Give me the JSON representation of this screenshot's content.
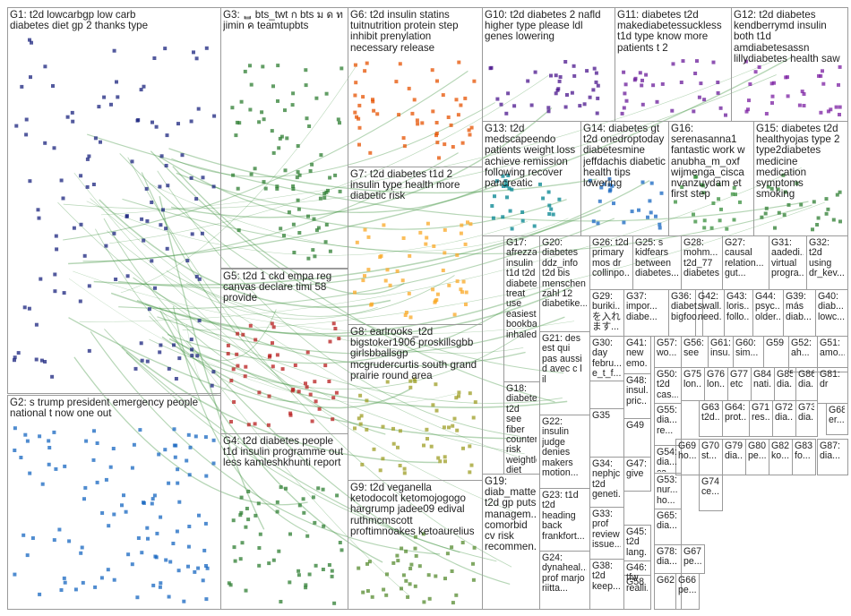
{
  "colors": {
    "border": "#9a9a9a",
    "edge": "#2f8a2f",
    "G1": "#1a237e",
    "G2": "#1565c0",
    "G3": "#2e7d32",
    "G4": "#2e7d32",
    "G5": "#b71c1c",
    "G6": "#e65100",
    "G7": "#f9a825",
    "G8": "#9e9d24",
    "G9": "#558b2f",
    "G10": "#4a148c",
    "G11": "#6a1b9a",
    "G12": "#7b1fa2",
    "G13": "#00838f",
    "G14": "#1565c0",
    "G15": "#2e7d32",
    "G16": "#388e3c"
  },
  "groups": [
    {
      "id": "G1",
      "text": "G1: t2d lowcarbgp low carb diabetes diet gp 2 thanks type"
    },
    {
      "id": "G2",
      "text": "G2: s trump president emergency people national t now one out"
    },
    {
      "id": "G3",
      "text": "G3: ᆸ bts_twt ก bts ม ด ท jimin ค teamtupbts"
    },
    {
      "id": "G4",
      "text": "G4: t2d diabetes people t1d insulin programme out less kamleshkhunti report"
    },
    {
      "id": "G5",
      "text": "G5: t2d 1 ckd empa reg canvas declare timi 58 provide"
    },
    {
      "id": "G6",
      "text": "G6: t2d insulin statins tuitnutrition protein step inhibit prenylation necessary release"
    },
    {
      "id": "G7",
      "text": "G7: t2d diabetes t1d 2 insulin type health more diabetic risk"
    },
    {
      "id": "G8",
      "text": "G8: earlrooks_t2d bigstoker1906 proskillsgbb girlsbballsgp mcgrudercurtis south grand prairie round area"
    },
    {
      "id": "G9",
      "text": "G9: t2d veganella ketodocolt ketomojogogo hargrump jadee09 edival ruthmcmscott proftimnoakes ketoaurelius"
    },
    {
      "id": "G10",
      "text": "G10: t2d diabetes 2 nafld higher type please ldl genes lowering"
    },
    {
      "id": "G11",
      "text": "G11: diabetes t2d makediabetessuckless t1d type know more patients t 2"
    },
    {
      "id": "G12",
      "text": "G12: t2d diabetes kendberrymd insulin both t1d amdiabetesassn lillydiabetes health saw"
    },
    {
      "id": "G13",
      "text": "G13: t2d medscapeendo patients weight loss achieve remission following recover pancreatic"
    },
    {
      "id": "G14",
      "text": "G14: diabetes gt t2d onedroptoday diabetesmine jeffdachis diabetic health tips lowering"
    },
    {
      "id": "G15",
      "text": "G15: diabetes t2d healthyojas type 2 type2diabetes medicine medication symptoms smoking"
    },
    {
      "id": "G16",
      "text": "G16: serenasanna1 fantastic work w anubha_m_oxf wijmenga_cisca nvanzuydam et first step"
    },
    {
      "id": "G17",
      "text": "G17: afrezza insulin t1d t2d diabetes treat use easiest bookbabie inhaled"
    },
    {
      "id": "G18",
      "text": "G18: diabetes t2d see fiber counter risk weightloss diet high health"
    },
    {
      "id": "G19",
      "text": "G19: diab_matte... t2d gp puts managem... comorbid cv risk recommen..."
    },
    {
      "id": "G20",
      "text": "G20: diabetes ddz_info t2d bis menschen zahl 12 diabetike..."
    },
    {
      "id": "G21",
      "text": "G21: des est qui pas aussi d avec c l il"
    },
    {
      "id": "G22",
      "text": "G22: insulin judge denies makers motion..."
    },
    {
      "id": "G23",
      "text": "G23: t1d t2d heading back frankfort..."
    },
    {
      "id": "G24",
      "text": "G24: dynaheal... prof marjo riitta..."
    },
    {
      "id": "G25",
      "text": "G25: s kidfears between diabetes..."
    },
    {
      "id": "G26",
      "text": "G26: t2d primary mos dr collinpo..."
    },
    {
      "id": "G27",
      "text": "G27: causal relation... gut..."
    },
    {
      "id": "G28",
      "text": "G28: mohm... t2d_77 diabetes..."
    },
    {
      "id": "G29",
      "text": "G29: buriki... を入れ ます..."
    },
    {
      "id": "G30",
      "text": "G30: day febru... e_t_f..."
    },
    {
      "id": "G31",
      "text": "G31: aadedi... virtual progra..."
    },
    {
      "id": "G32",
      "text": "G32: t2d using dr_kev..."
    },
    {
      "id": "G33",
      "text": "G33: prof review issue..."
    },
    {
      "id": "G34",
      "text": "G34: nephjc t2d geneti..."
    },
    {
      "id": "G35",
      "text": "G35"
    },
    {
      "id": "G36",
      "text": "G36: diabet... bigfoo..."
    },
    {
      "id": "G37",
      "text": "G37: impor... diabe..."
    },
    {
      "id": "G38",
      "text": "G38: t2d keep..."
    },
    {
      "id": "G39",
      "text": "G39: más diab..."
    },
    {
      "id": "G40",
      "text": "G40: diab... lowc..."
    },
    {
      "id": "G41",
      "text": "G41: new emo..."
    },
    {
      "id": "G42",
      "text": "G42: swall... need..."
    },
    {
      "id": "G43",
      "text": "G43: loris... follo..."
    },
    {
      "id": "G44",
      "text": "G44: psyc... older..."
    },
    {
      "id": "G45",
      "text": "G45: t2d lang..."
    },
    {
      "id": "G46",
      "text": "G46: tfw realli..."
    },
    {
      "id": "G47",
      "text": "G47: give"
    },
    {
      "id": "G48",
      "text": "G48: insul... pric..."
    },
    {
      "id": "G49",
      "text": "G49"
    },
    {
      "id": "G50",
      "text": "G50: t2d cas..."
    },
    {
      "id": "G51",
      "text": "G51: amo..."
    },
    {
      "id": "G52",
      "text": "G52: ah..."
    },
    {
      "id": "G53",
      "text": "G53: nur... ho..."
    },
    {
      "id": "G54",
      "text": "G54: dia... ca..."
    },
    {
      "id": "G55",
      "text": "G55: dia... re..."
    },
    {
      "id": "G56",
      "text": "G56: see"
    },
    {
      "id": "G57",
      "text": "G57: wo..."
    },
    {
      "id": "G58",
      "text": "G58"
    },
    {
      "id": "G59",
      "text": "G59"
    },
    {
      "id": "G60",
      "text": "G60: sim..."
    },
    {
      "id": "G61",
      "text": "G61: insu..."
    },
    {
      "id": "G62",
      "text": "G62"
    },
    {
      "id": "G63",
      "text": "G63: t2d..."
    },
    {
      "id": "G64",
      "text": "G64: prot..."
    },
    {
      "id": "G65",
      "text": "G65: dia..."
    },
    {
      "id": "G66",
      "text": "G66: pe..."
    },
    {
      "id": "G67",
      "text": "G67: pe..."
    },
    {
      "id": "G68",
      "text": "G68: er..."
    },
    {
      "id": "G69",
      "text": "G69: ho..."
    },
    {
      "id": "G70",
      "text": "G70: st..."
    },
    {
      "id": "G71",
      "text": "G71: res..."
    },
    {
      "id": "G72",
      "text": "G72: dia..."
    },
    {
      "id": "G73",
      "text": "G73: dia..."
    },
    {
      "id": "G74",
      "text": "G74: ce..."
    },
    {
      "id": "G75",
      "text": "G75: lon..."
    },
    {
      "id": "G76",
      "text": "G76: lon..."
    },
    {
      "id": "G77",
      "text": "G77: etc"
    },
    {
      "id": "G78",
      "text": "G78: dia..."
    },
    {
      "id": "G79",
      "text": "G79: dia..."
    },
    {
      "id": "G80",
      "text": "G80: pe..."
    },
    {
      "id": "G81",
      "text": "G81: dr"
    },
    {
      "id": "G82",
      "text": "G82: ko..."
    },
    {
      "id": "G83",
      "text": "G83: fo..."
    },
    {
      "id": "G84",
      "text": "G84: nati..."
    },
    {
      "id": "G85",
      "text": "G85: dia..."
    },
    {
      "id": "G86",
      "text": "G86: dia..."
    },
    {
      "id": "G87",
      "text": "G87: dia..."
    }
  ]
}
